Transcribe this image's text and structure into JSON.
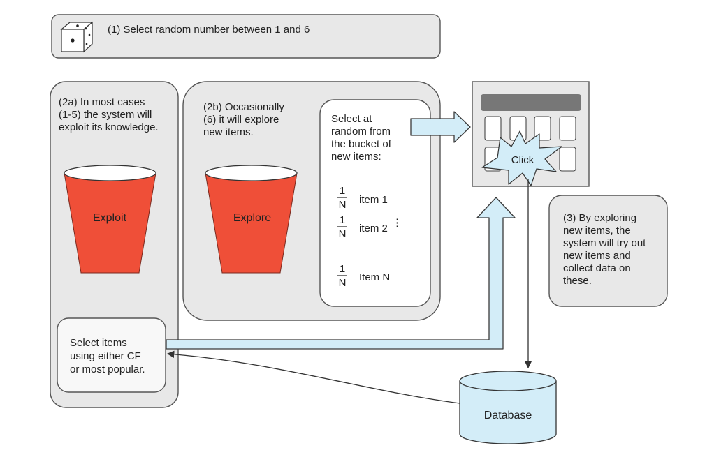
{
  "step1": {
    "text": "(1) Select random number between 1 and 6",
    "icon": "dice-icon"
  },
  "exploit_panel": {
    "lines": [
      "(2a) In most cases",
      "(1-5) the system will",
      "exploit its knowledge."
    ],
    "bucket_label": "Exploit"
  },
  "explore_panel": {
    "lines": [
      "(2b) Occasionally",
      "(6) it will explore",
      "new items."
    ],
    "bucket_label": "Explore"
  },
  "random_select": {
    "lines": [
      "Select at",
      "random from",
      "the bucket of",
      "new items:"
    ],
    "items": [
      {
        "num": "1",
        "den": "N",
        "label": "item 1"
      },
      {
        "num": "1",
        "den": "N",
        "label": "item 2"
      },
      {
        "num": "1",
        "den": "N",
        "label": "Item N"
      }
    ],
    "ellipsis": "⋮"
  },
  "click_label": "Click",
  "step3": {
    "lines": [
      "(3) By exploring",
      "new items, the",
      "system will try out",
      "new items and",
      "collect data on",
      "these."
    ]
  },
  "select_items": {
    "lines": [
      "Select items",
      "using either CF",
      "or most popular."
    ]
  },
  "database_label": "Database",
  "colors": {
    "panel_fill": "#e8e8e8",
    "panel_stroke": "#555555",
    "bucket_red": "#ef4f38",
    "arrow_fill": "#d3edf8",
    "arrow_stroke": "#3a3a3a",
    "db_fill": "#d3edf8",
    "ui_header": "#777777"
  }
}
